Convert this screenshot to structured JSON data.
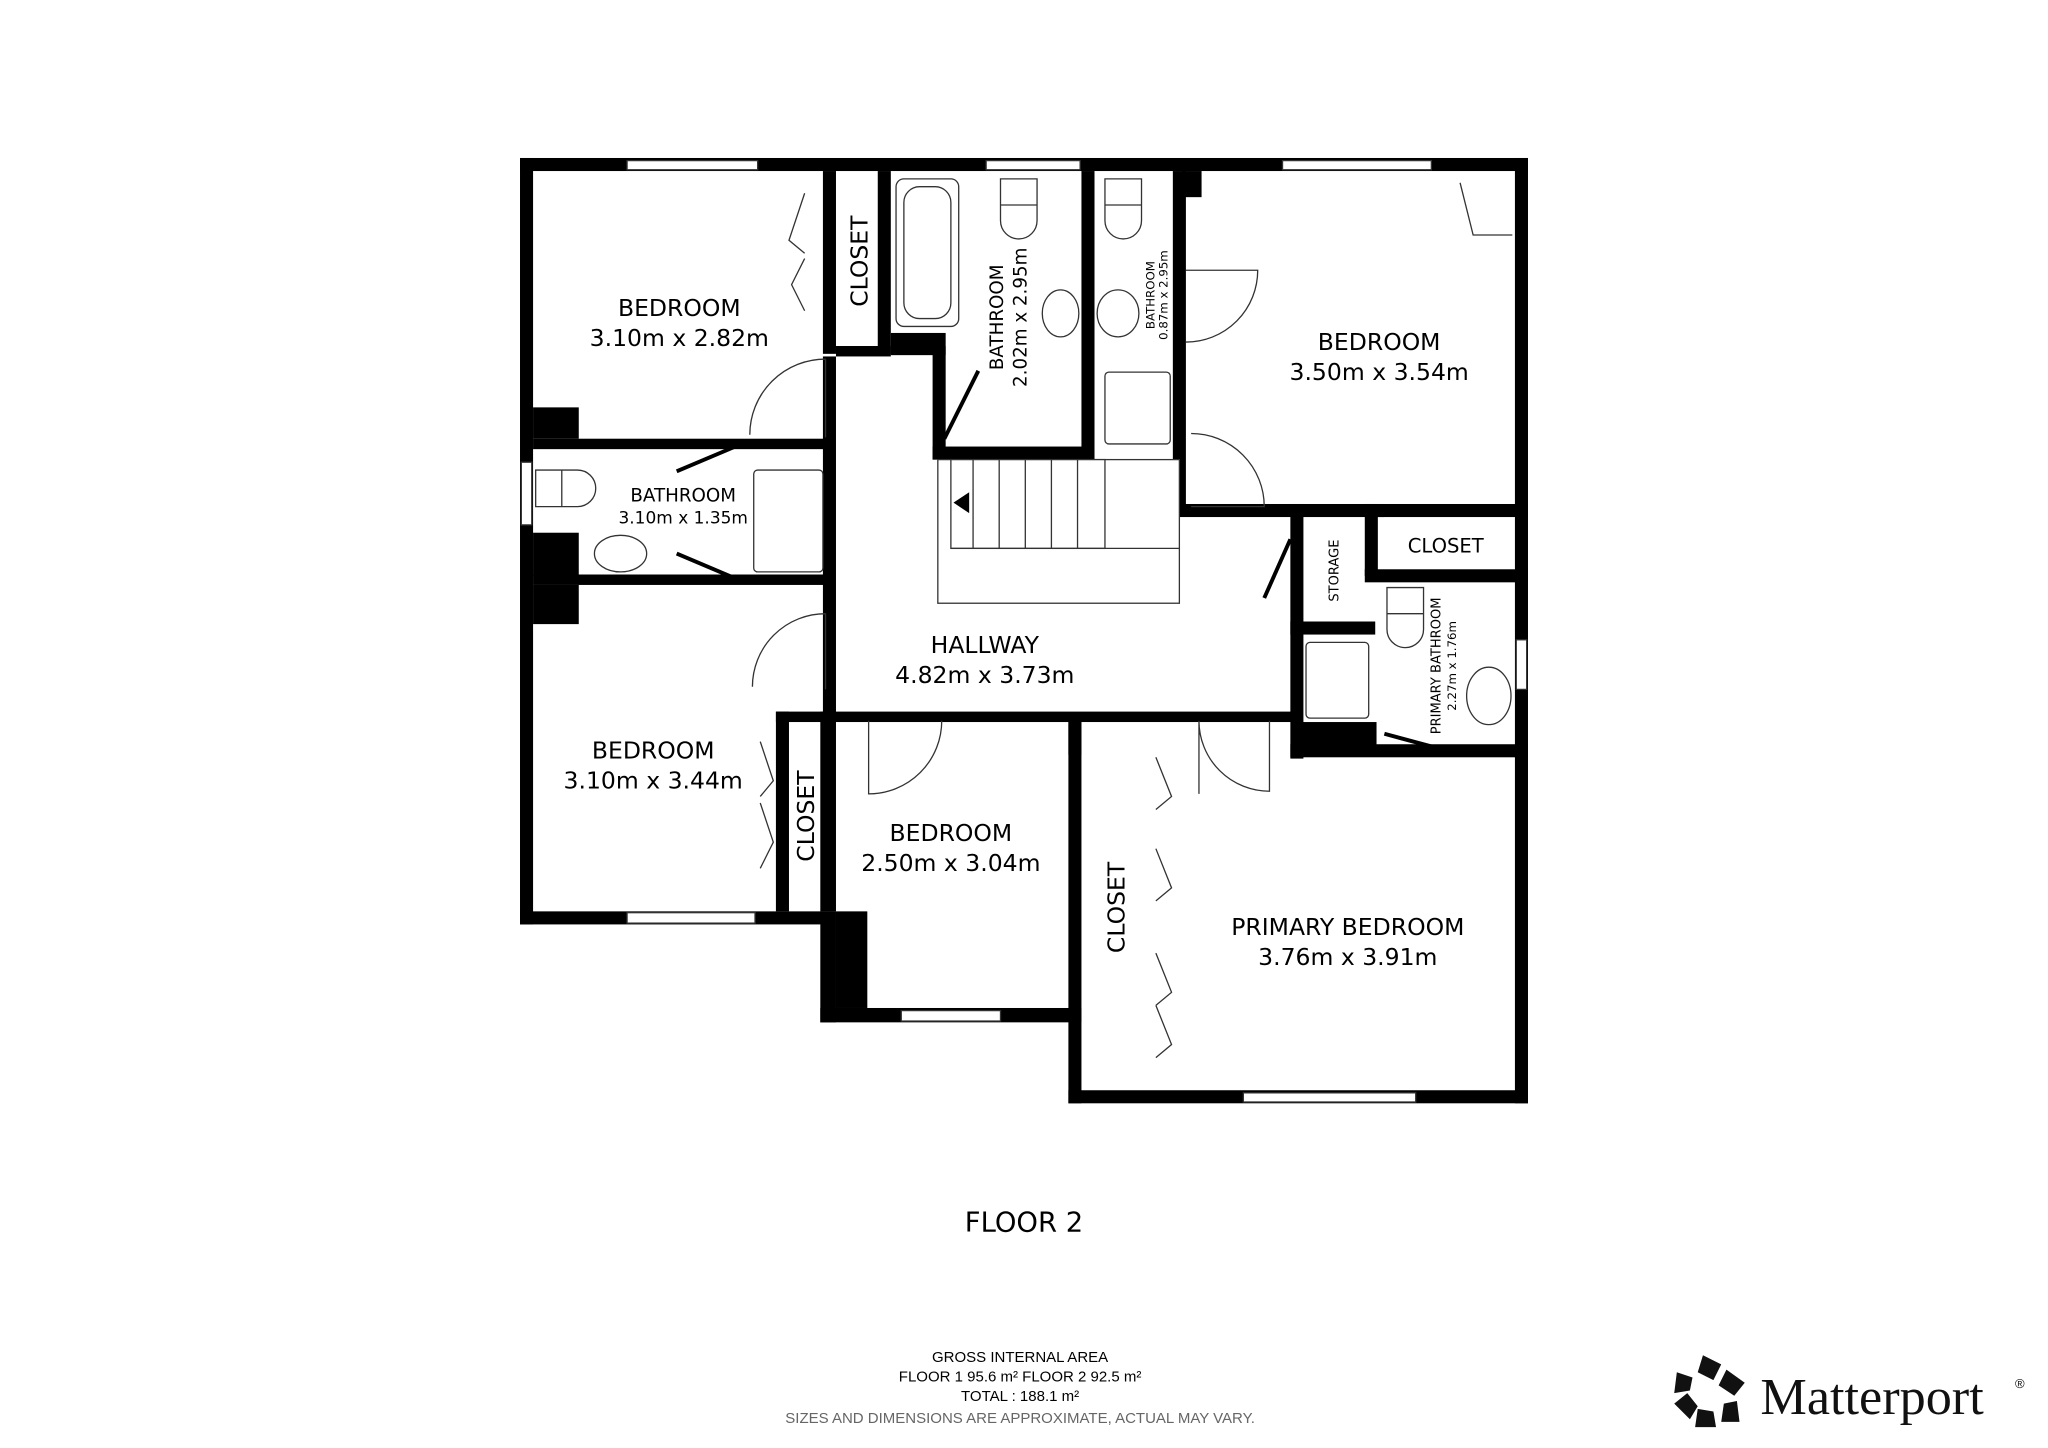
{
  "rooms": [
    {
      "name": "BEDROOM",
      "dims": "3.10m x 2.82m"
    },
    {
      "name": "CLOSET"
    },
    {
      "name": "BATHROOM",
      "dims": "2.02m x 2.95m"
    },
    {
      "name": "BATHROOM",
      "dims": "0.87m x 2.95m"
    },
    {
      "name": "BEDROOM",
      "dims": "3.50m x 3.54m"
    },
    {
      "name": "BATHROOM",
      "dims": "3.10m x 1.35m"
    },
    {
      "name": "HALLWAY",
      "dims": "4.82m x 3.73m"
    },
    {
      "name": "STORAGE"
    },
    {
      "name": "CLOSET"
    },
    {
      "name": "PRIMARY BATHROOM",
      "dims": "2.27m x 1.76m"
    },
    {
      "name": "BEDROOM",
      "dims": "3.10m x 3.44m"
    },
    {
      "name": "CLOSET"
    },
    {
      "name": "BEDROOM",
      "dims": "2.50m x 3.04m"
    },
    {
      "name": "CLOSET"
    },
    {
      "name": "PRIMARY BEDROOM",
      "dims": "3.76m x 3.91m"
    }
  ],
  "floor_title": "FLOOR 2",
  "footer": {
    "heading": "GROSS INTERNAL AREA",
    "floors": "FLOOR 1 95.6 m²   FLOOR 2 92.5 m²",
    "total": "TOTAL :  188.1 m²",
    "disclaimer": "SIZES AND DIMENSIONS ARE APPROXIMATE, ACTUAL MAY VARY."
  },
  "brand": {
    "name": "Matterport",
    "mark": "®"
  }
}
